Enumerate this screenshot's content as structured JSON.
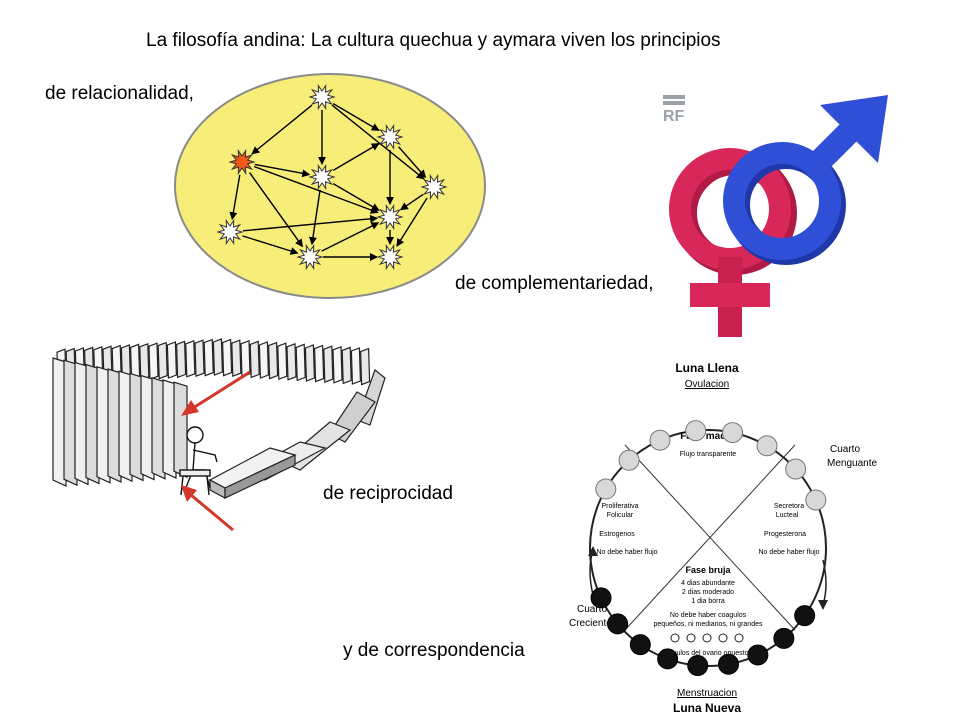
{
  "slide": {
    "title": "La filosofía andina: La cultura quechua y aymara viven los principios",
    "labels": {
      "relacionalidad": "de relacionalidad,",
      "complementariedad": "de complementariedad,",
      "reciprocidad": "de reciprocidad",
      "correspondencia": "y de correspondencia"
    }
  },
  "gender_image": {
    "watermark": "RF"
  },
  "moon_cycle": {
    "top_title": "Luna Llena",
    "top_subtitle": "Ovulacion",
    "right_label": "Cuarto Menguante",
    "right_label_l1": "Cuarto",
    "right_label_l2": "Menguante",
    "left_label_l1": "Cuarto",
    "left_label_l2": "Creciente",
    "bottom_subtitle": "Menstruacion",
    "bottom_title": "Luna Nueva",
    "fase_madre": "Fase madre",
    "flujo_transparente": "Flujo transparente",
    "left_q1": "Proliferativa",
    "left_q2": "Folicular",
    "left_q3": "Estrogenos",
    "left_q4": "No debe haber flujo",
    "right_q1": "Secretora",
    "right_q2": "Lucteal",
    "right_q3": "Progesterona",
    "right_q4": "No debe haber flujo",
    "fase_bruja": "Fase bruja",
    "b1": "4 dias abundante",
    "b2": "2 dias moderado",
    "b3": "1 dia borra",
    "b4": "No debe haber coagulos",
    "b5": "pequeños, ni medianos, ni grandes",
    "b6": "Ovulos del ovario opuesto"
  },
  "colors": {
    "network_bg": "#f7ee7a",
    "network_border": "#8a8a8a",
    "female_symbol": "#d8285a",
    "male_symbol": "#2f4fd6",
    "arrow_red": "#d3362b",
    "highlight_star": "#f05a14"
  }
}
